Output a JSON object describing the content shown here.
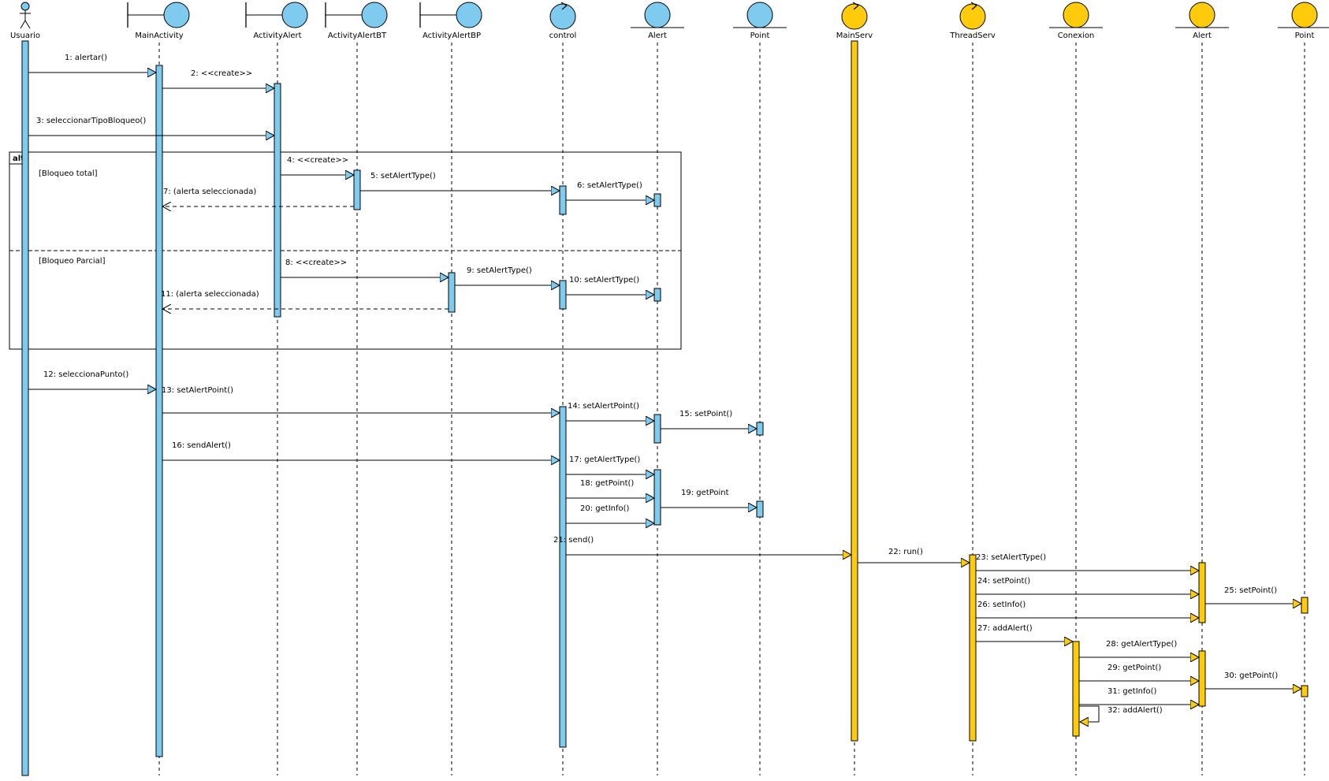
{
  "colors": {
    "client": "#7ecbef",
    "server": "#ffcb0b",
    "line": "#000000"
  },
  "participants": [
    {
      "name": "Usuario",
      "kind": "actor",
      "side": "client"
    },
    {
      "name": "MainActivity",
      "kind": "boundary",
      "side": "client"
    },
    {
      "name": "ActivityAlert",
      "kind": "boundary",
      "side": "client"
    },
    {
      "name": "ActivityAlertBT",
      "kind": "boundary",
      "side": "client"
    },
    {
      "name": "ActivityAlertBP",
      "kind": "boundary",
      "side": "client"
    },
    {
      "name": "control",
      "kind": "control",
      "side": "client"
    },
    {
      "name": "Alert",
      "kind": "entity",
      "side": "client"
    },
    {
      "name": "Point",
      "kind": "entity",
      "side": "client"
    },
    {
      "name": "MainServ",
      "kind": "control",
      "side": "server"
    },
    {
      "name": "ThreadServ",
      "kind": "control",
      "side": "server"
    },
    {
      "name": "Conexion",
      "kind": "entity",
      "side": "server"
    },
    {
      "name": "Alert",
      "kind": "entity",
      "side": "server"
    },
    {
      "name": "Point",
      "kind": "entity",
      "side": "server"
    }
  ],
  "fragment": {
    "operator": "alt",
    "guards": [
      "[Bloqueo total]",
      "[Bloqueo Parcial]"
    ]
  },
  "messages": [
    {
      "label": "1: alertar()",
      "from": 0,
      "to": 1,
      "kind": "call"
    },
    {
      "label": "2: <<create>>",
      "from": 1,
      "to": 2,
      "kind": "call"
    },
    {
      "label": "3: seleccionarTipoBloqueo()",
      "from": 0,
      "to": 2,
      "kind": "call"
    },
    {
      "label": "4: <<create>>",
      "from": 2,
      "to": 3,
      "kind": "call"
    },
    {
      "label": "5: setAlertType()",
      "from": 3,
      "to": 5,
      "kind": "call"
    },
    {
      "label": "6: setAlertType()",
      "from": 5,
      "to": 6,
      "kind": "call"
    },
    {
      "label": "7: (alerta seleccionada)",
      "from": 3,
      "to": 1,
      "kind": "return"
    },
    {
      "label": "8: <<create>>",
      "from": 2,
      "to": 4,
      "kind": "call"
    },
    {
      "label": "9: setAlertType()",
      "from": 4,
      "to": 5,
      "kind": "call"
    },
    {
      "label": "10: setAlertType()",
      "from": 5,
      "to": 6,
      "kind": "call"
    },
    {
      "label": "11: (alerta seleccionada)",
      "from": 4,
      "to": 1,
      "kind": "return"
    },
    {
      "label": "12: seleccionaPunto()",
      "from": 0,
      "to": 1,
      "kind": "call"
    },
    {
      "label": "13: setAlertPoint()",
      "from": 1,
      "to": 5,
      "kind": "call"
    },
    {
      "label": "14: setAlertPoint()",
      "from": 5,
      "to": 6,
      "kind": "call"
    },
    {
      "label": "15: setPoint()",
      "from": 6,
      "to": 7,
      "kind": "call"
    },
    {
      "label": "16: sendAlert()",
      "from": 1,
      "to": 5,
      "kind": "call"
    },
    {
      "label": "17: getAlertType()",
      "from": 5,
      "to": 6,
      "kind": "call"
    },
    {
      "label": "18: getPoint()",
      "from": 5,
      "to": 6,
      "kind": "call"
    },
    {
      "label": "19: getPoint",
      "from": 6,
      "to": 7,
      "kind": "call"
    },
    {
      "label": "20: getInfo()",
      "from": 5,
      "to": 6,
      "kind": "call"
    },
    {
      "label": "21: send()",
      "from": 5,
      "to": 8,
      "kind": "call"
    },
    {
      "label": "22: run()",
      "from": 8,
      "to": 9,
      "kind": "call"
    },
    {
      "label": "23: setAlertType()",
      "from": 9,
      "to": 11,
      "kind": "call"
    },
    {
      "label": "24: setPoint()",
      "from": 9,
      "to": 11,
      "kind": "call"
    },
    {
      "label": "25: setPoint()",
      "from": 11,
      "to": 12,
      "kind": "call"
    },
    {
      "label": "26: setInfo()",
      "from": 9,
      "to": 11,
      "kind": "call"
    },
    {
      "label": "27: addAlert()",
      "from": 9,
      "to": 10,
      "kind": "call"
    },
    {
      "label": "28: getAlertType()",
      "from": 10,
      "to": 11,
      "kind": "call"
    },
    {
      "label": "29: getPoint()",
      "from": 10,
      "to": 11,
      "kind": "call"
    },
    {
      "label": "30: getPoint()",
      "from": 11,
      "to": 12,
      "kind": "call"
    },
    {
      "label": "31: getInfo()",
      "from": 10,
      "to": 11,
      "kind": "call"
    },
    {
      "label": "32: addAlert()",
      "from": 10,
      "to": 10,
      "kind": "self"
    }
  ]
}
